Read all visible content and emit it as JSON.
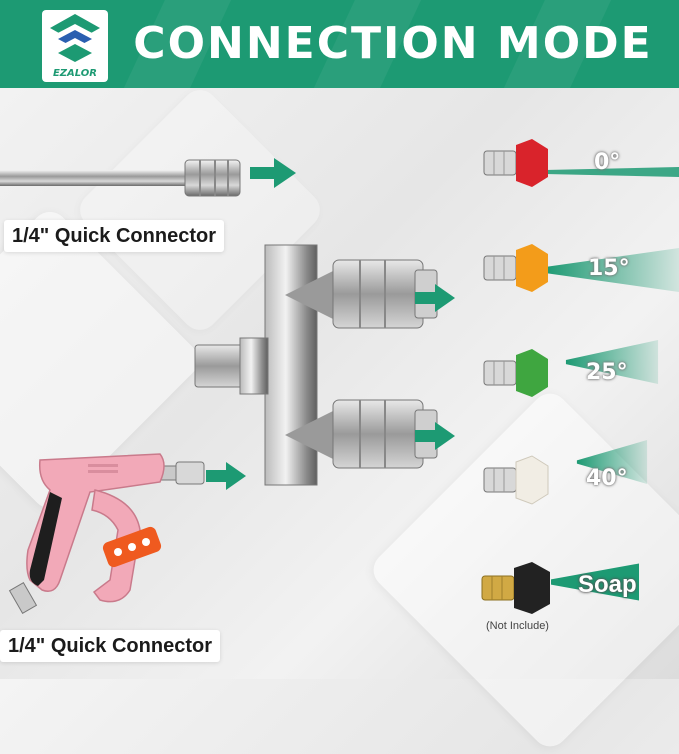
{
  "header": {
    "title": "CONNECTION MODE",
    "logo_text": "EZALOR"
  },
  "labels": {
    "top_connector": "1/4\" Quick Connector",
    "bottom_connector": "1/4\" Quick Connector"
  },
  "nozzles": [
    {
      "angle": "0°",
      "color": "#d9232b"
    },
    {
      "angle": "15°",
      "color": "#f39c1a"
    },
    {
      "angle": "25°",
      "color": "#3fa640"
    },
    {
      "angle": "40°",
      "color": "#f1ede4"
    },
    {
      "angle": "Soap",
      "color": "#222222",
      "note": "(Not Include)"
    }
  ],
  "colors": {
    "accent": "#1d9a73",
    "gun": "#f2a9b8",
    "handle": "#1e1e1e",
    "clip": "#ef5a1f"
  }
}
